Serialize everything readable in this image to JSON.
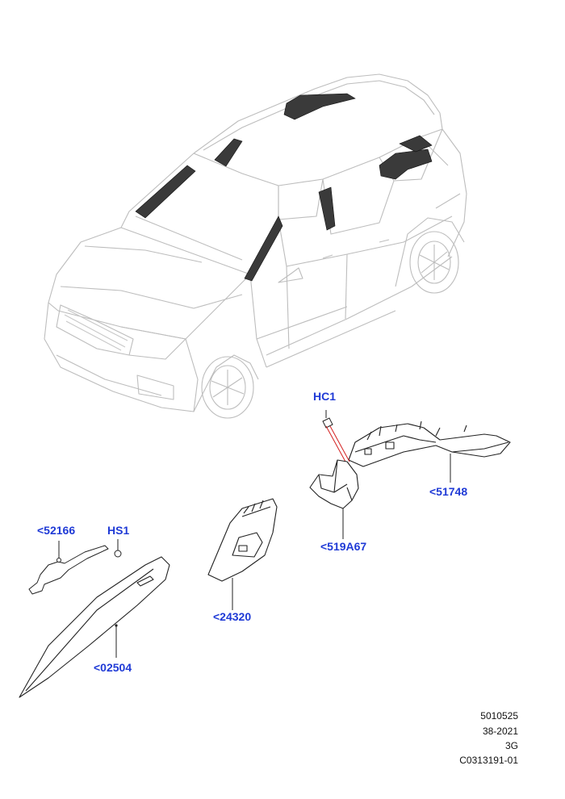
{
  "callouts": {
    "hc1": "HC1",
    "p51748": "<51748",
    "p519a67": "<519A67",
    "p52166": "<52166",
    "hs1": "HS1",
    "p24320": "<24320",
    "p02504": "<02504"
  },
  "meta": {
    "line1": "5010525",
    "line2": "38-2021",
    "line3": "3G",
    "line4": "C0313191-01"
  },
  "colors": {
    "callout": "#1f3ad6",
    "vehicle_line": "#b8b8b8",
    "part_line": "#222222",
    "highlight": "#333333",
    "guide_red": "#d42020"
  },
  "icons": {
    "vehicle": "vehicle-outline-illustration",
    "part": "trim-panel-illustration"
  }
}
